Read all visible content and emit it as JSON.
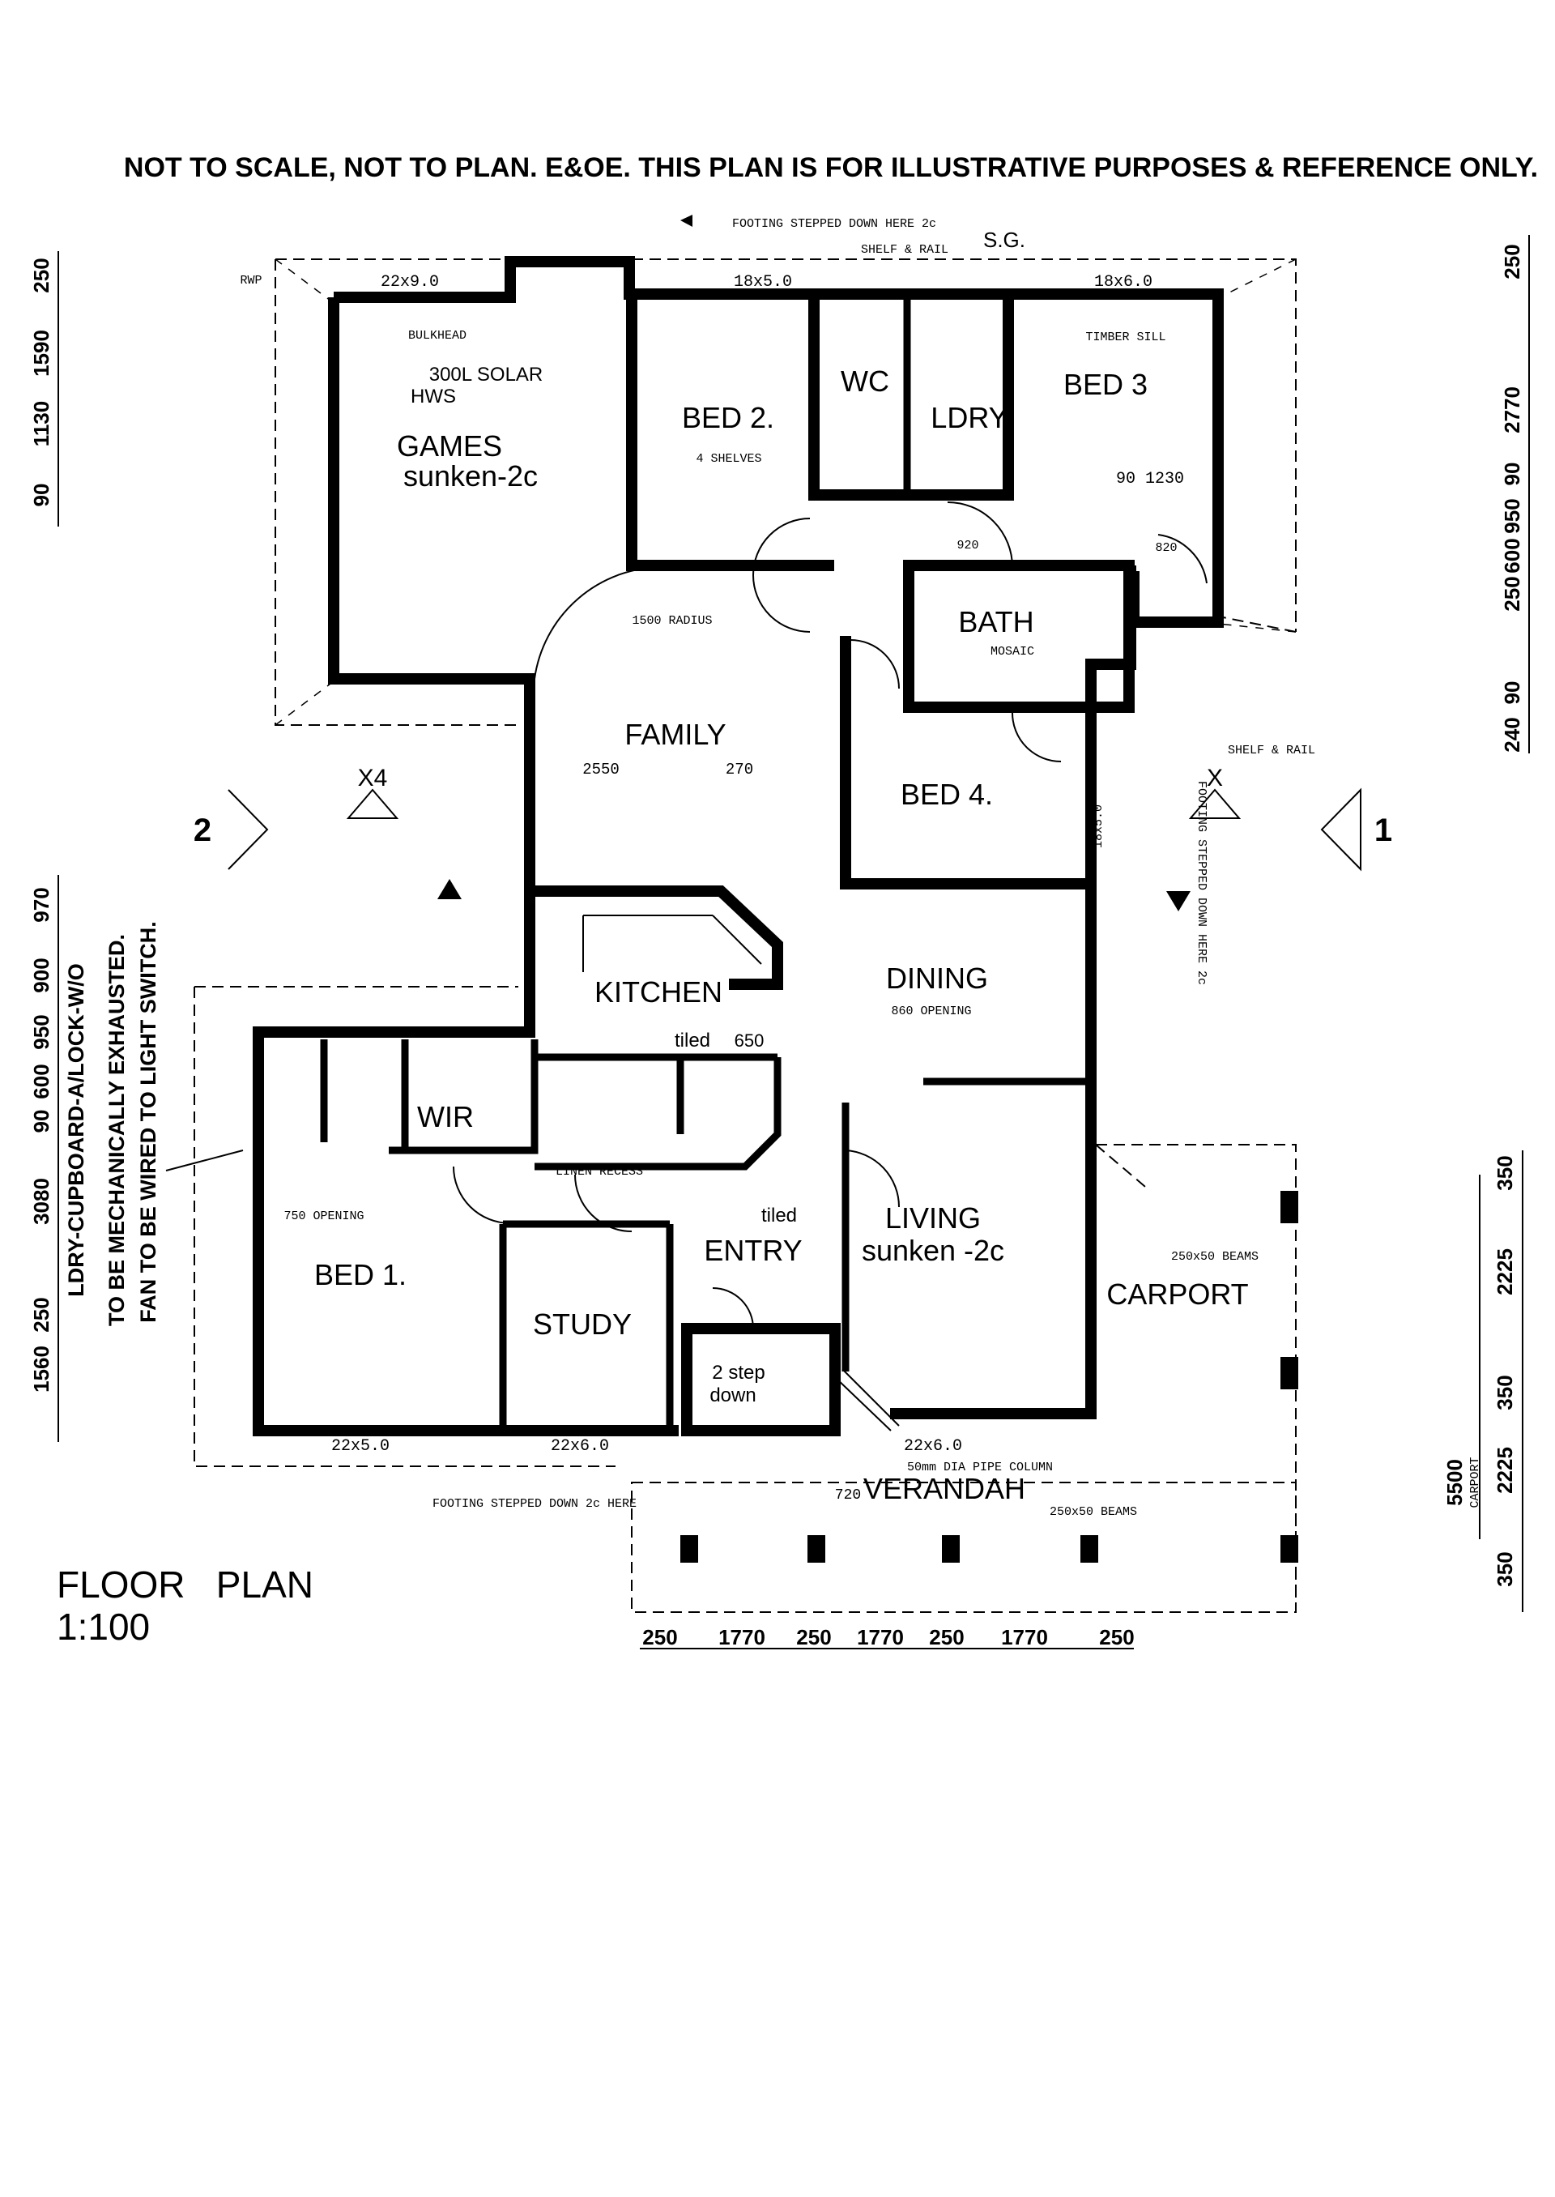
{
  "header": {
    "disclaimer": "NOT TO SCALE, NOT TO PLAN. E&OE. THIS PLAN IS FOR ILLUSTRATIVE PURPOSES & REFERENCE ONLY."
  },
  "plan": {
    "title": "FLOOR   PLAN",
    "scale": "1:100"
  },
  "rooms": {
    "games": "GAMES",
    "games_sub": "sunken-2c",
    "bed2": "BED  2.",
    "wc": "WC",
    "ldry": "LDRY",
    "bed3": "BED  3",
    "bath": "BATH",
    "family": "FAMILY",
    "bed4": "BED  4.",
    "kitchen": "KITCHEN",
    "dining": "DINING",
    "wir": "WIR",
    "bed1": "BED  1.",
    "study": "STUDY",
    "entry": "ENTRY",
    "living": "LIVING",
    "living_sub": "sunken -2c",
    "carport": "CARPORT",
    "verandah": "VERANDAH",
    "step1": "2 step",
    "step2": "down"
  },
  "notes": {
    "footing_top": "FOOTING STEPPED DOWN HERE  2c",
    "shelf_rail": "SHELF & RAIL",
    "sg": "S.G.",
    "solar": "300L SOLAR",
    "hws": "HWS",
    "win_games": "22x9.0",
    "win_bed2": "18x5.0",
    "win_bed3": "18x6.0",
    "bulkhead": "BULKHEAD",
    "timber_sill": "TIMBER SILL",
    "shelves": "4 SHELVES",
    "radius": "1500 RADIUS",
    "fam_w1": "2550",
    "fam_w2": "270",
    "tiled1": "tiled",
    "k650": "650",
    "tiled2": "tiled",
    "win_bed1": "22x5.0",
    "win_study": "22x6.0",
    "win_living": "22x6.0",
    "d720": "720",
    "column": "50mm DIA PIPE COLUMN",
    "beams": "250x50 BEAMS",
    "footing_bottom": "FOOTING STEPPED DOWN 2c HERE",
    "footing_right": "FOOTING STEPPED DOWN HERE 2c",
    "shelf_rail2": "SHELF & RAIL",
    "rwp": "RWP",
    "x4": "X4",
    "x": "X",
    "sec2": "2",
    "sec1": "1",
    "win_bed4": "18x5.0",
    "d1230": "90 1230",
    "d920": "920",
    "d820": "820",
    "opening": "750 OPENING",
    "linen": "LINEN RECESS",
    "dining_opening": "860 OPENING",
    "carport_beams": "250x50 BEAMS",
    "mosaic": "MOSAIC"
  },
  "left_note": {
    "line1": "LDRY-CUPBOARD-A/LOCK-W/O",
    "line2": "TO BE MECHANICALLY EXHAUSTED.",
    "line3": "FAN TO BE WIRED TO LIGHT SWITCH."
  },
  "dims": {
    "right_top": [
      "250",
      "2770",
      "90",
      "950",
      "600",
      "250",
      "90",
      "240"
    ],
    "left_top": [
      "250",
      "1590",
      "1130",
      "90"
    ],
    "left_bottom": [
      "970",
      "900",
      "950",
      "600",
      "90",
      "3080",
      "250",
      "1560"
    ],
    "bottom": [
      "250",
      "1770",
      "250",
      "1770",
      "250",
      "1770",
      "250"
    ],
    "right_bottom": [
      "350",
      "2225",
      "350",
      "2225",
      "350"
    ],
    "carport_total": "5500",
    "carport_label": "CARPORT"
  }
}
